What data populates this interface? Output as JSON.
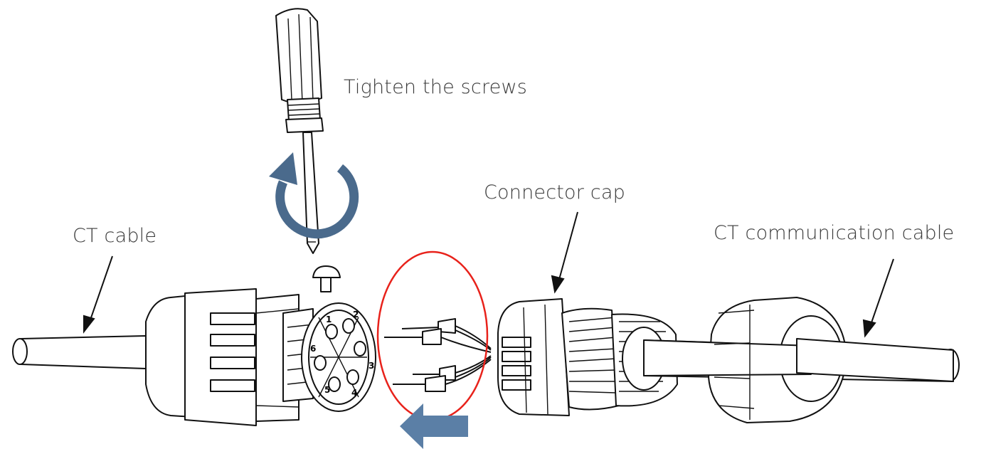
{
  "labels": {
    "tighten_screws": "Tighten the screws",
    "connector_cap": "Connector cap",
    "ct_cable": "CT cable",
    "ct_communication_cable": "CT communication cable"
  },
  "pin_numbers": [
    "1",
    "2",
    "3",
    "4",
    "5",
    "6"
  ],
  "colors": {
    "rotation_arrow": "#4a6a8c",
    "direction_arrow": "#5b7fa6",
    "highlight_circle": "#e8221b",
    "line_art": "#111111"
  },
  "icons": {
    "rotation": "clockwise-rotation-arrow-icon",
    "direction": "left-arrow-icon"
  }
}
